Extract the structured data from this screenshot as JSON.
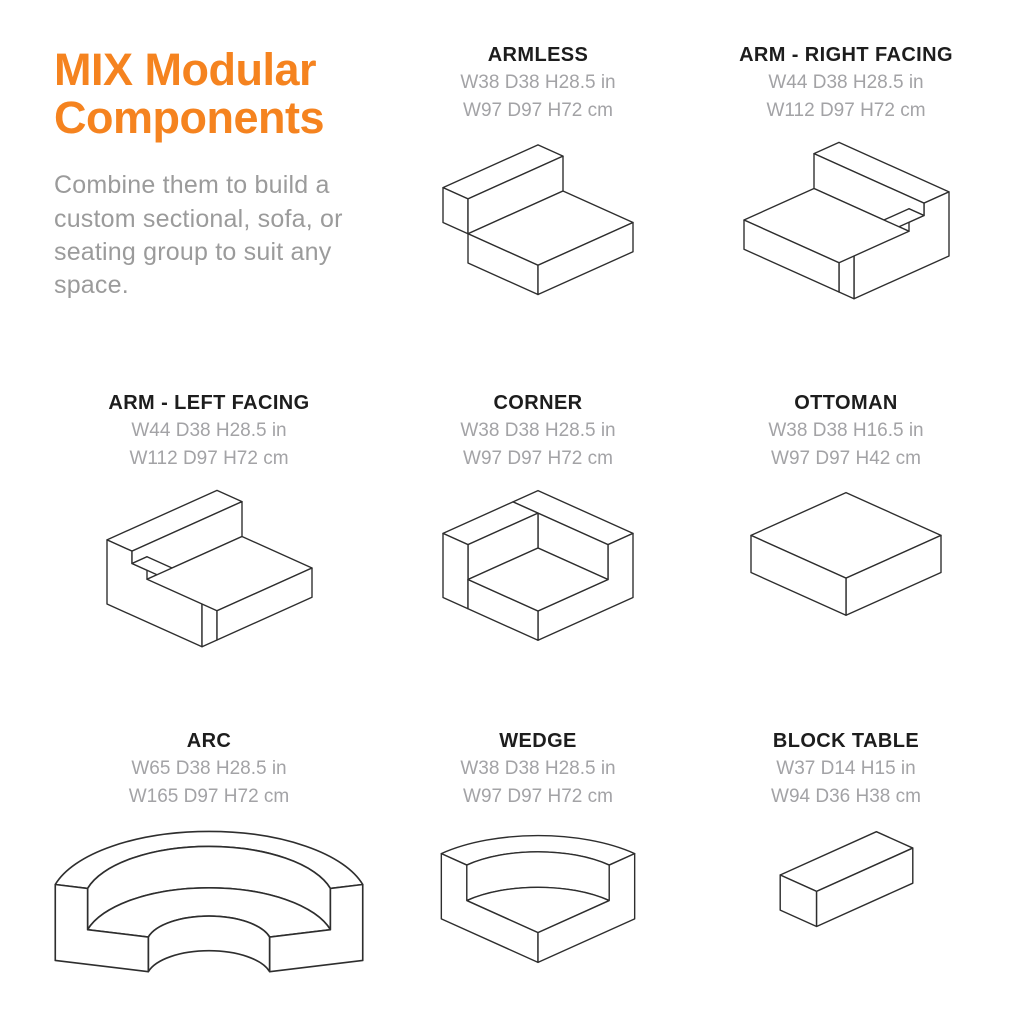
{
  "page": {
    "title": "MIX Modular Components",
    "subtitle": "Combine them to build a custom sectional, sofa, or seating group to suit any space.",
    "accent_color": "#F5831F",
    "subtitle_color": "#9B9B9B",
    "line_color": "#2E2E2E"
  },
  "components": [
    {
      "name": "ARMLESS",
      "dims_in": "W38 D38 H28.5 in",
      "dims_cm": "W97 D97 H72 cm",
      "drawing": "armless-isometric-drawing"
    },
    {
      "name": "ARM - RIGHT FACING",
      "dims_in": "W44 D38 H28.5 in",
      "dims_cm": "W112 D97 H72 cm",
      "drawing": "arm-right-facing-isometric-drawing"
    },
    {
      "name": "ARM - LEFT FACING",
      "dims_in": "W44 D38 H28.5 in",
      "dims_cm": "W112 D97 H72 cm",
      "drawing": "arm-left-facing-isometric-drawing"
    },
    {
      "name": "CORNER",
      "dims_in": "W38 D38 H28.5 in",
      "dims_cm": "W97 D97 H72 cm",
      "drawing": "corner-isometric-drawing"
    },
    {
      "name": "OTTOMAN",
      "dims_in": "W38 D38 H16.5 in",
      "dims_cm": "W97 D97 H42 cm",
      "drawing": "ottoman-isometric-drawing"
    },
    {
      "name": "ARC",
      "dims_in": "W65 D38 H28.5 in",
      "dims_cm": "W165 D97 H72 cm",
      "drawing": "arc-isometric-drawing"
    },
    {
      "name": "WEDGE",
      "dims_in": "W38 D38 H28.5 in",
      "dims_cm": "W97 D97 H72 cm",
      "drawing": "wedge-isometric-drawing"
    },
    {
      "name": "BLOCK TABLE",
      "dims_in": "W37 D14 H15 in",
      "dims_cm": "W94 D36 H38 cm",
      "drawing": "block-table-isometric-drawing"
    }
  ]
}
